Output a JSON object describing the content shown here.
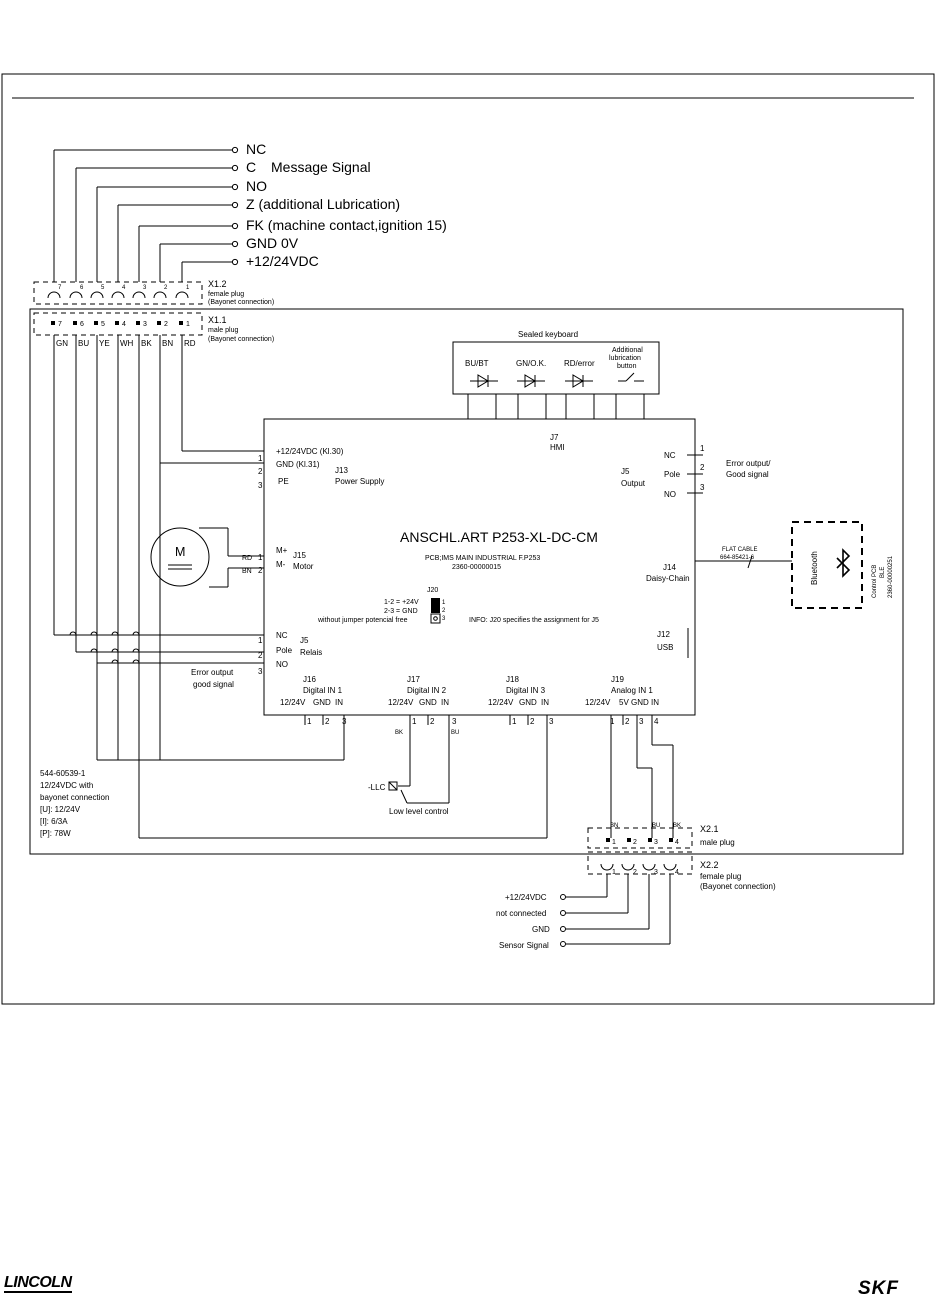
{
  "top_signals": [
    "NC",
    "C",
    "Message Signal",
    "NO",
    "Z (additional Lubrication)",
    "FK (machine contact,ignition 15)",
    "GND 0V",
    "+12/24VDC"
  ],
  "x12": {
    "id": "X1.2",
    "l1": "female plug",
    "l2": "(Bayonet connection)",
    "pins": [
      "7",
      "6",
      "5",
      "4",
      "3",
      "2",
      "1"
    ]
  },
  "x11": {
    "id": "X1.1",
    "l1": "male plug",
    "l2": "(Bayonet connection)",
    "pins": [
      "7",
      "6",
      "5",
      "4",
      "3",
      "2",
      "1"
    ],
    "colors": [
      "GN",
      "BU",
      "YE",
      "WH",
      "BK",
      "BN",
      "RD"
    ]
  },
  "keyboard": {
    "title": "Sealed keyboard",
    "keys": [
      "BU/BT",
      "GN/O.K.",
      "RD/error"
    ],
    "add1": "Additional",
    "add2": "lubrication",
    "add3": "button"
  },
  "board": {
    "title": "ANSCHL.ART P253-XL-DC-CM",
    "sub1": "PCB;IMS MAIN INDUSTRIAL F.P253",
    "sub2": "2360-00000015",
    "j7a": "J7",
    "j7b": "HMI",
    "ps1": "+12/24VDC (Kl.30)",
    "ps2": "GND (Kl.31)",
    "ps3": "PE",
    "psn": [
      "1",
      "2",
      "3"
    ],
    "j13a": "J13",
    "j13b": "Power Supply",
    "j5a": "J5",
    "j5b": "Output",
    "out": [
      "NC",
      "Pole",
      "NO"
    ],
    "outn": [
      "1",
      "2",
      "3"
    ],
    "errout1": "Error output/",
    "errout2": "Good signal",
    "m1": "M+",
    "m2": "M-",
    "mn": [
      "1",
      "2"
    ],
    "mc": [
      "RD",
      "BN"
    ],
    "j15a": "J15",
    "j15b": "Motor",
    "motor": "M",
    "j20": "J20",
    "j20a": "1-2 = +24V",
    "j20b": "2-3 = GND",
    "j20c": "without jumper potencial free",
    "j20pins": [
      "1",
      "2",
      "3"
    ],
    "info": "INFO: J20 specifies the assignment for J5",
    "j14a": "J14",
    "j14b": "Daisy-Chain",
    "flat1": "FLAT CABLE",
    "flat2": "664-85421-6",
    "bt": "Bluetooth",
    "ctrl1": "Control PCB",
    "ctrl2": "BLE",
    "ctrl3": "2360-00000251",
    "j12a": "J12",
    "j12b": "USB",
    "rel": [
      "NC",
      "Pole",
      "NO"
    ],
    "reln": [
      "1",
      "2",
      "3"
    ],
    "rela": "J5",
    "relb": "Relais",
    "eo1": "Error output",
    "eo2": "good signal",
    "j16": "J16",
    "j16b": "Digital IN 1",
    "j17": "J17",
    "j17b": "Digital IN 2",
    "j18": "J18",
    "j18b": "Digital IN 3",
    "j19": "J19",
    "j19b": "Analog IN 1",
    "v": "12/24V",
    "gnd": "GND",
    "in": "IN",
    "v5": "5V",
    "p1": "1",
    "p2": "2",
    "p3": "3",
    "p4": "4",
    "bk": "BK",
    "bu": "BU",
    "llc": "-LLC",
    "llc2": "Low level control"
  },
  "spec": [
    "544-60539-1",
    "12/24VDC with",
    "bayonet connection",
    "[U]: 12/24V",
    "[I]: 6/3A",
    "[P]: 78W"
  ],
  "x21": {
    "id": "X2.1",
    "l1": "male plug",
    "pins": [
      "1",
      "2",
      "3",
      "4"
    ],
    "colors": [
      "BN",
      "",
      "BU",
      "BK"
    ]
  },
  "x22": {
    "id": "X2.2",
    "l1": "female plug",
    "l2": "(Bayonet connection)",
    "pins": [
      "1",
      "2",
      "3",
      "4"
    ]
  },
  "sensor": [
    "+12/24VDC",
    "not connected",
    "GND",
    "Sensor Signal"
  ],
  "brand": {
    "left": "LINCOLN",
    "right": "SKF"
  }
}
